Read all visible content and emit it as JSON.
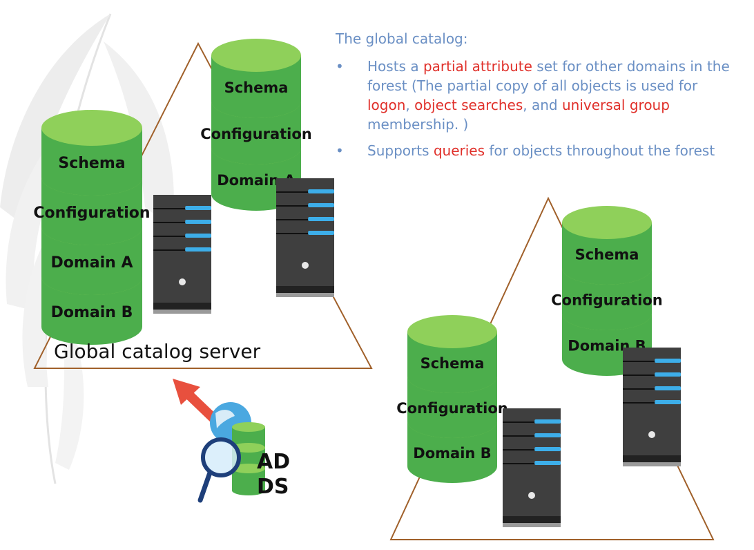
{
  "colors": {
    "triangle": "#a0602a",
    "db_top": "#8fd05a",
    "db_body": "#4cae4c",
    "server_body": "#3f3f3f",
    "server_led": "#3daee9",
    "text_blue": "#6a8fc4",
    "text_red": "#e0302a",
    "arrow": "#e8503e"
  },
  "gc_site": {
    "stack": [
      "Schema",
      "Configuration",
      "Domain A",
      "Domain B"
    ],
    "caption": "Global catalog server"
  },
  "site_a": {
    "stack": [
      "Schema",
      "Configuration",
      "Domain A"
    ]
  },
  "site_b": {
    "left_stack": [
      "Schema",
      "Configuration",
      "Domain B"
    ],
    "right_stack": [
      "Schema",
      "Configuration",
      "Domain B"
    ]
  },
  "adds": {
    "line1": "AD",
    "line2": "DS",
    "icons": [
      "globe-icon",
      "magnifier-icon",
      "database-icon",
      "arrow-icon"
    ]
  },
  "info": {
    "title": "The global catalog:",
    "bullet1": {
      "t1": "Hosts a ",
      "r1": "partial attribute",
      "t2": " set for other domains in the forest (The partial copy of all objects is used for ",
      "r2": "logon",
      "t3": ", ",
      "r3": "object searches",
      "t4": ", and ",
      "r4": "universal group",
      "t5": " membership. )"
    },
    "bullet2": {
      "t1": "Supports ",
      "r1": "queries",
      "t2": " for objects throughout the forest"
    }
  }
}
